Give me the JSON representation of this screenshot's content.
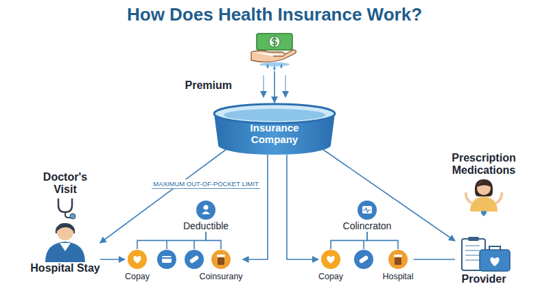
{
  "diagram": {
    "title": "How Does Health Insurance Work?",
    "nodes": [
      {
        "text": [
          "Premium"
        ]
      },
      {
        "text": [
          "Insurance Company"
        ]
      },
      {
        "text": [
          "Doctor's Visit",
          "Hospital Stay"
        ]
      },
      {
        "text": [
          "Deductible"
        ]
      },
      {
        "text": [
          "Copay"
        ]
      },
      {
        "text": [
          "Coinsurany"
        ]
      },
      {
        "text": [
          "Colincraton"
        ]
      },
      {
        "text": [
          "Copay"
        ]
      },
      {
        "text": [
          "Hospital"
        ]
      },
      {
        "text": [
          "Prescription Medications"
        ]
      },
      {
        "text": [
          "Provider"
        ]
      }
    ],
    "edges": [
      {
        "from": 0,
        "to": 1,
        "arrow": "to"
      },
      {
        "from": 1,
        "to": 2,
        "arrow": "to"
      },
      {
        "from": 1,
        "to": 5,
        "arrow": "to"
      },
      {
        "from": 1,
        "to": 7,
        "arrow": "to"
      },
      {
        "from": 1,
        "to": 10,
        "arrow": "to"
      },
      {
        "from": 2,
        "to": 4,
        "arrow": "to"
      },
      {
        "from": 3,
        "to": 4,
        "arrow": "none"
      },
      {
        "from": 3,
        "to": 5,
        "arrow": "none"
      },
      {
        "from": 6,
        "to": 7,
        "arrow": "none"
      },
      {
        "from": 6,
        "to": 8,
        "arrow": "none"
      },
      {
        "from": 8,
        "to": 10,
        "arrow": "none"
      }
    ],
    "labels": [
      "MAXIMUM OUT-OF-POCKET LIMIT"
    ]
  }
}
